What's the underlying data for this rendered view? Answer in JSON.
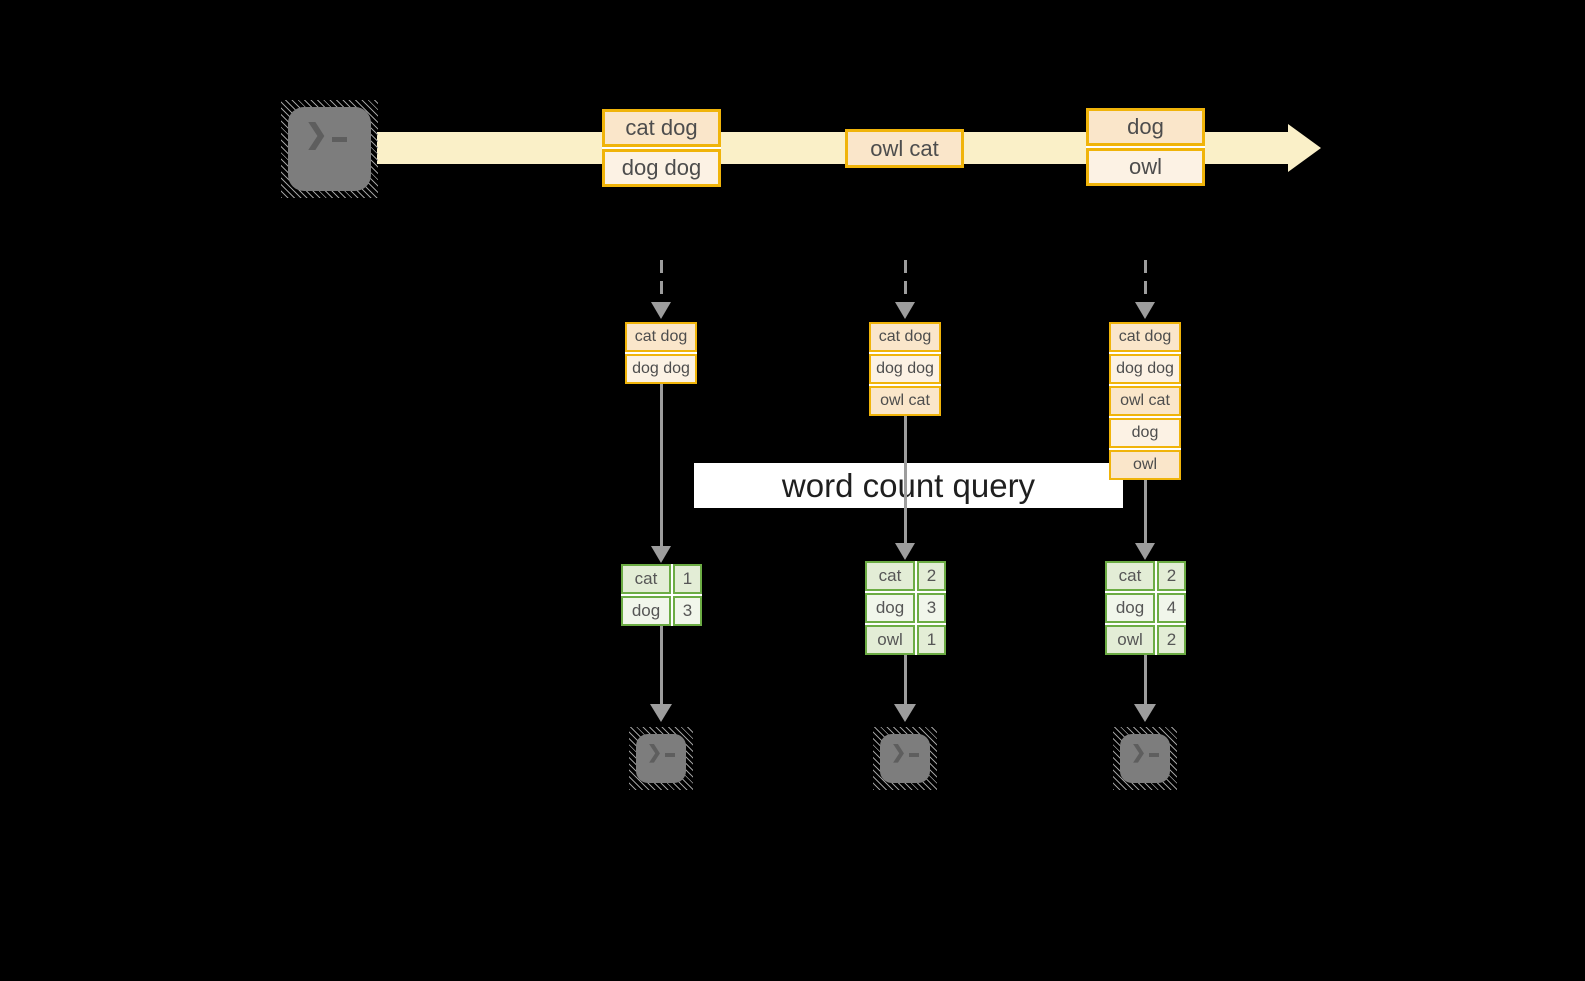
{
  "stream": {
    "events": [
      {
        "rows": [
          "cat dog",
          "dog dog"
        ]
      },
      {
        "rows": [
          "owl cat"
        ]
      },
      {
        "rows": [
          "dog",
          "owl"
        ]
      }
    ]
  },
  "query": {
    "label": "word count query"
  },
  "columns": [
    {
      "batch": [
        "cat dog",
        "dog dog"
      ],
      "counts": [
        {
          "word": "cat",
          "n": "1"
        },
        {
          "word": "dog",
          "n": "3"
        }
      ]
    },
    {
      "batch": [
        "cat dog",
        "dog dog",
        "owl cat"
      ],
      "counts": [
        {
          "word": "cat",
          "n": "2"
        },
        {
          "word": "dog",
          "n": "3"
        },
        {
          "word": "owl",
          "n": "1"
        }
      ]
    },
    {
      "batch": [
        "cat dog",
        "dog dog",
        "owl cat",
        "dog",
        "owl"
      ],
      "counts": [
        {
          "word": "cat",
          "n": "2"
        },
        {
          "word": "dog",
          "n": "4"
        },
        {
          "word": "owl",
          "n": "2"
        }
      ]
    }
  ],
  "icons": {
    "source": "terminal-icon",
    "sinks": [
      "terminal-icon",
      "terminal-icon",
      "terminal-icon"
    ],
    "prompt_glyph": "❯"
  },
  "colors": {
    "background": "#000000",
    "stream_arrow": "#FAF0C8",
    "word_box_border": "#F0B40A",
    "word_box_fill_dark": "#FAE6CA",
    "word_box_fill_light": "#FCF2E4",
    "count_table_border": "#6CAC44",
    "count_cell_dark": "#E3EDD6",
    "count_cell_light": "#F1F6EB",
    "connector_gray": "#9D9D9D",
    "banner_background": "#FFFFFF",
    "terminal_gray": "#7D7D7D"
  }
}
